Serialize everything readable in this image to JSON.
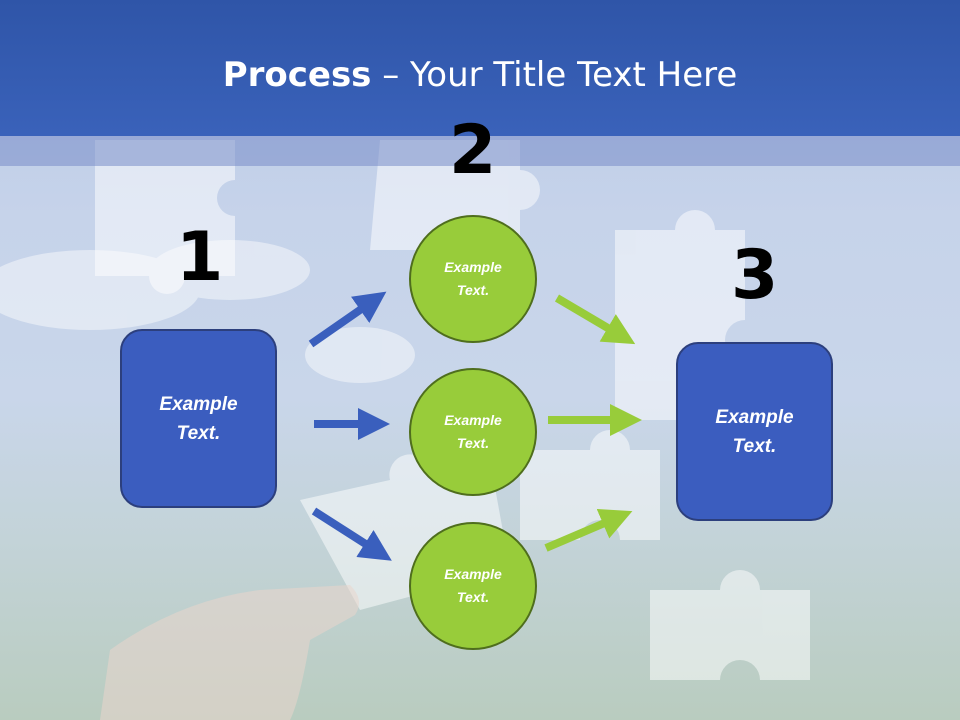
{
  "slide": {
    "title_bold": "Process",
    "title_rest": " – Your Title Text Here",
    "step_numbers": [
      "1",
      "2",
      "3"
    ],
    "left_box_text": "Example\nText.",
    "right_box_text": "Example\nText.",
    "circles": [
      {
        "text": "Example\nText."
      },
      {
        "text": "Example\nText."
      },
      {
        "text": "Example\nText."
      }
    ]
  },
  "colors": {
    "header": "#3a62ba",
    "box_fill": "#3b5dbf",
    "circle_fill": "#98cc3a",
    "blue_arrow": "#3a5fbd",
    "green_arrow": "#98cc3a"
  }
}
